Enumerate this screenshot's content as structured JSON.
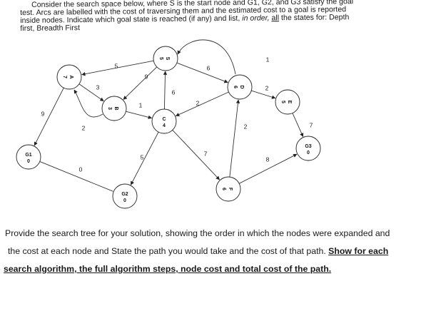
{
  "intro": {
    "line1": "Consider the search space below, where S is the start node and G1, G2, and G3 satisfy the goal",
    "line2": "test.  Arcs are labelled with the cost of traversing them and the estimated cost to a goal is reported",
    "line3": "inside nodes.  Indicate which goal state is reached (if any) and list, ",
    "line3_em": "in order,",
    "line3_sep": " ",
    "line3_u": "all",
    "line3_end": " the states for: Depth",
    "line4": "first, Breadth First"
  },
  "graph": {
    "nodes": [
      {
        "id": "S",
        "name": "S",
        "h": "5"
      },
      {
        "id": "A",
        "name": "A",
        "h": "7"
      },
      {
        "id": "B",
        "name": "B",
        "h": "3"
      },
      {
        "id": "C",
        "name": "C",
        "h": "4"
      },
      {
        "id": "D",
        "name": "D",
        "h": "6"
      },
      {
        "id": "E",
        "name": "E",
        "h": "5"
      },
      {
        "id": "F",
        "name": "F",
        "h": "6"
      },
      {
        "id": "G1",
        "name": "G1",
        "h": "0"
      },
      {
        "id": "G2",
        "name": "G2",
        "h": "0"
      },
      {
        "id": "G3",
        "name": "G3",
        "h": "0"
      }
    ],
    "edges": [
      {
        "from": "S",
        "to": "A",
        "cost": "5"
      },
      {
        "from": "S",
        "to": "B",
        "cost": "9"
      },
      {
        "from": "S",
        "to": "D",
        "cost": "6"
      },
      {
        "from": "D",
        "to": "S",
        "cost": "1"
      },
      {
        "from": "C",
        "to": "S",
        "cost": "6"
      },
      {
        "from": "A",
        "to": "B",
        "cost": "3"
      },
      {
        "from": "B",
        "to": "A",
        "cost": "2"
      },
      {
        "from": "A",
        "to": "G1",
        "cost": "9"
      },
      {
        "from": "B",
        "to": "C",
        "cost": "1"
      },
      {
        "from": "D",
        "to": "C",
        "cost": "2"
      },
      {
        "from": "D",
        "to": "E",
        "cost": "2"
      },
      {
        "from": "C",
        "to": "G2",
        "cost": "5"
      },
      {
        "from": "C",
        "to": "F",
        "cost": "7"
      },
      {
        "from": "F",
        "to": "D",
        "cost": "2"
      },
      {
        "from": "F",
        "to": "G3",
        "cost": "8"
      },
      {
        "from": "E",
        "to": "G3",
        "cost": "7"
      },
      {
        "from": "G1",
        "to": "G2",
        "cost": "0"
      }
    ]
  },
  "question": {
    "line1": "Provide the search tree for your solution, showing the order in which the nodes were expanded and",
    "line2_plain": "the cost at each node and State the path you would take and the cost of that path.  ",
    "line2_bold": "Show for each",
    "line3_bold": "search algorithm, the full algorithm steps, node cost and total cost of the path."
  }
}
